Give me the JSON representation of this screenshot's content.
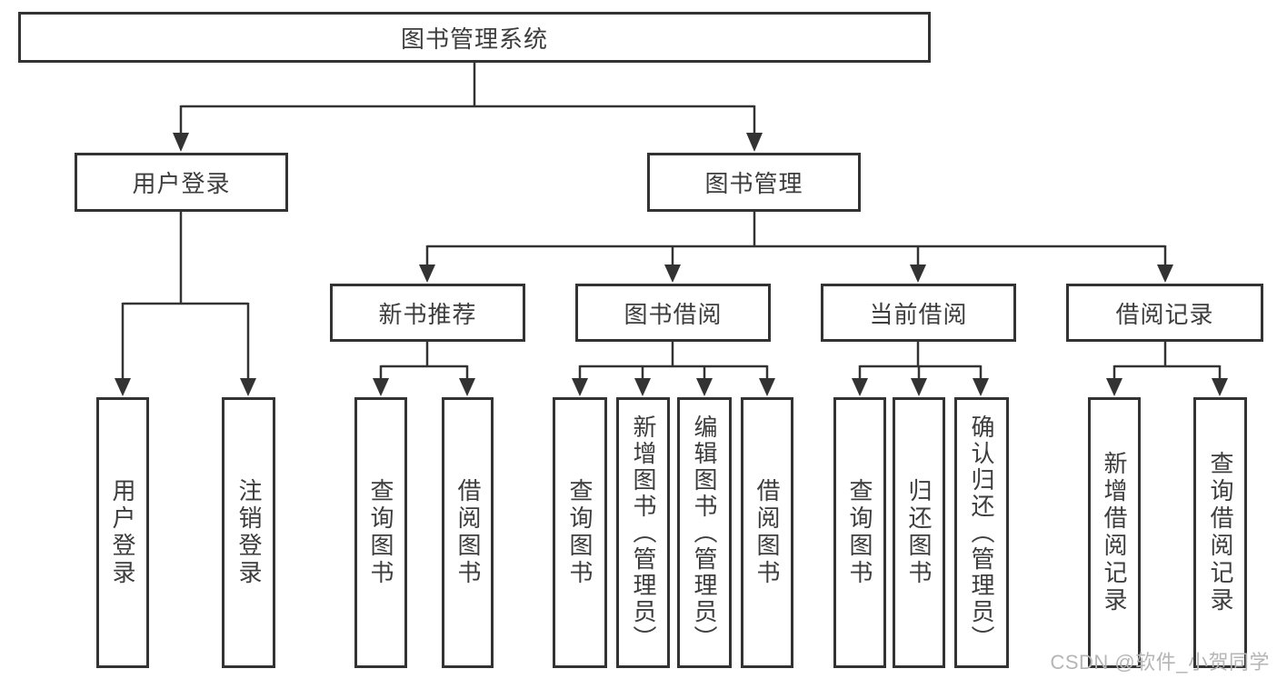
{
  "diagram": {
    "title": "图书管理系统",
    "nodes": {
      "root": {
        "label": "图书管理系统"
      },
      "level2": [
        {
          "label": "用户登录"
        },
        {
          "label": "图书管理"
        }
      ],
      "level3": [
        {
          "label": "新书推荐",
          "parent": "图书管理"
        },
        {
          "label": "图书借阅",
          "parent": "图书管理"
        },
        {
          "label": "当前借阅",
          "parent": "图书管理"
        },
        {
          "label": "借阅记录",
          "parent": "图书管理"
        }
      ],
      "leaves": [
        {
          "label": "用户登录",
          "parent": "用户登录"
        },
        {
          "label": "注销登录",
          "parent": "用户登录"
        },
        {
          "label": "查询图书",
          "parent": "新书推荐"
        },
        {
          "label": "借阅图书",
          "parent": "新书推荐"
        },
        {
          "label": "查询图书",
          "parent": "图书借阅"
        },
        {
          "label": "新增图书（管理员）",
          "parent": "图书借阅"
        },
        {
          "label": "编辑图书（管理员）",
          "parent": "图书借阅"
        },
        {
          "label": "借阅图书",
          "parent": "图书借阅"
        },
        {
          "label": "查询图书",
          "parent": "当前借阅"
        },
        {
          "label": "归还图书",
          "parent": "当前借阅"
        },
        {
          "label": "确认归还（管理员）",
          "parent": "当前借阅"
        },
        {
          "label": "新增借阅记录",
          "parent": "借阅记录"
        },
        {
          "label": "查询借阅记录",
          "parent": "借阅记录"
        }
      ]
    },
    "colors": {
      "line": "#333333",
      "text": "#3d3d3d",
      "box_fill": "#ffffff",
      "watermark": "#b5b5b5"
    }
  },
  "watermark": {
    "text": "CSDN @软件_小贺同学"
  }
}
